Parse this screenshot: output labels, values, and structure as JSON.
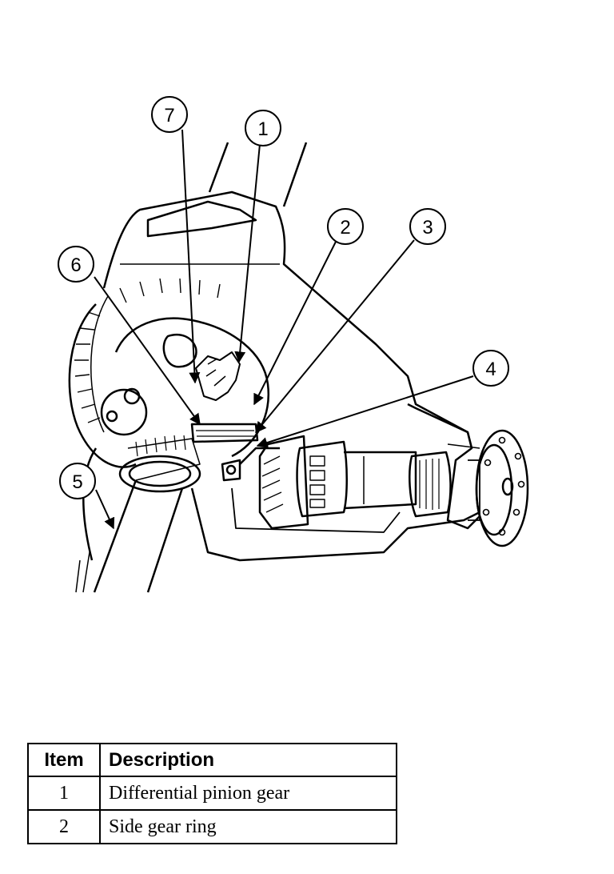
{
  "callouts": [
    "1",
    "2",
    "3",
    "4",
    "5",
    "6",
    "7"
  ],
  "table": {
    "headers": [
      "Item",
      "Description"
    ],
    "rows": [
      {
        "item": "1",
        "description": "Differential pinion gear"
      },
      {
        "item": "2",
        "description": "Side gear ring"
      }
    ]
  }
}
